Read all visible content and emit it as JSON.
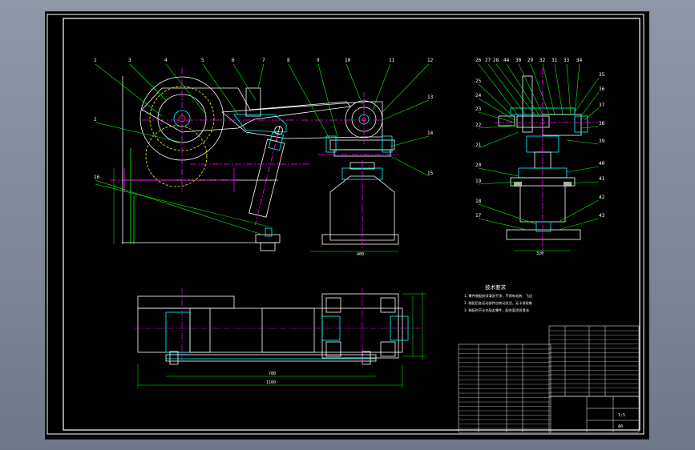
{
  "drawing": {
    "tech_title": "技术要求",
    "notes": [
      "1. 零件装配前须清洗干净，不得有毛刺、飞边",
      "2. 装配后各运动部件应转动灵活，无卡滞现象",
      "3. 装配时不允许敲击零件，配合面涂润滑油"
    ],
    "balloons_main": [
      "1",
      "2",
      "3",
      "4",
      "5",
      "6",
      "7",
      "8",
      "9",
      "10",
      "11",
      "12",
      "13",
      "14",
      "15",
      "16"
    ],
    "balloons_side": [
      "26",
      "27",
      "28",
      "44",
      "30",
      "29",
      "32",
      "31",
      "33",
      "34",
      "25",
      "24",
      "23",
      "22",
      "21",
      "20",
      "19",
      "18",
      "17",
      "35",
      "36",
      "37",
      "38",
      "39",
      "40",
      "41",
      "42",
      "43"
    ],
    "dims": [
      "780",
      "1160",
      "400",
      "320"
    ],
    "title_block": {
      "scale": "1:5",
      "sheet": "A0"
    }
  },
  "colors": {
    "background": "#000000",
    "frame": "#ffffff",
    "part": "#ffffff",
    "leader": "#00ff00",
    "centerline": "#ff00ff",
    "dimension": "#00ff00",
    "hidden": "#ffff00",
    "section": "#00ffff"
  }
}
